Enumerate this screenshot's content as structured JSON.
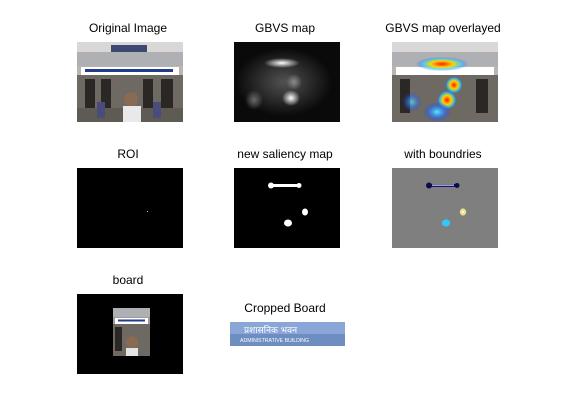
{
  "figure": {
    "panels": [
      {
        "key": "original",
        "title": "Original Image"
      },
      {
        "key": "gbvs",
        "title": "GBVS map"
      },
      {
        "key": "overlay",
        "title": "GBVS map overlayed"
      },
      {
        "key": "roi",
        "title": "ROI"
      },
      {
        "key": "saliency",
        "title": "new saliency map"
      },
      {
        "key": "boundaries",
        "title": "with boundries"
      },
      {
        "key": "board",
        "title": "board"
      },
      {
        "key": "cropped",
        "title": "Cropped Board"
      }
    ],
    "cropped_board": {
      "sign_text_top": "प्रशासनिक भवन",
      "sign_text_bottom": "ADMINISTRATIVE BUILDING"
    }
  }
}
